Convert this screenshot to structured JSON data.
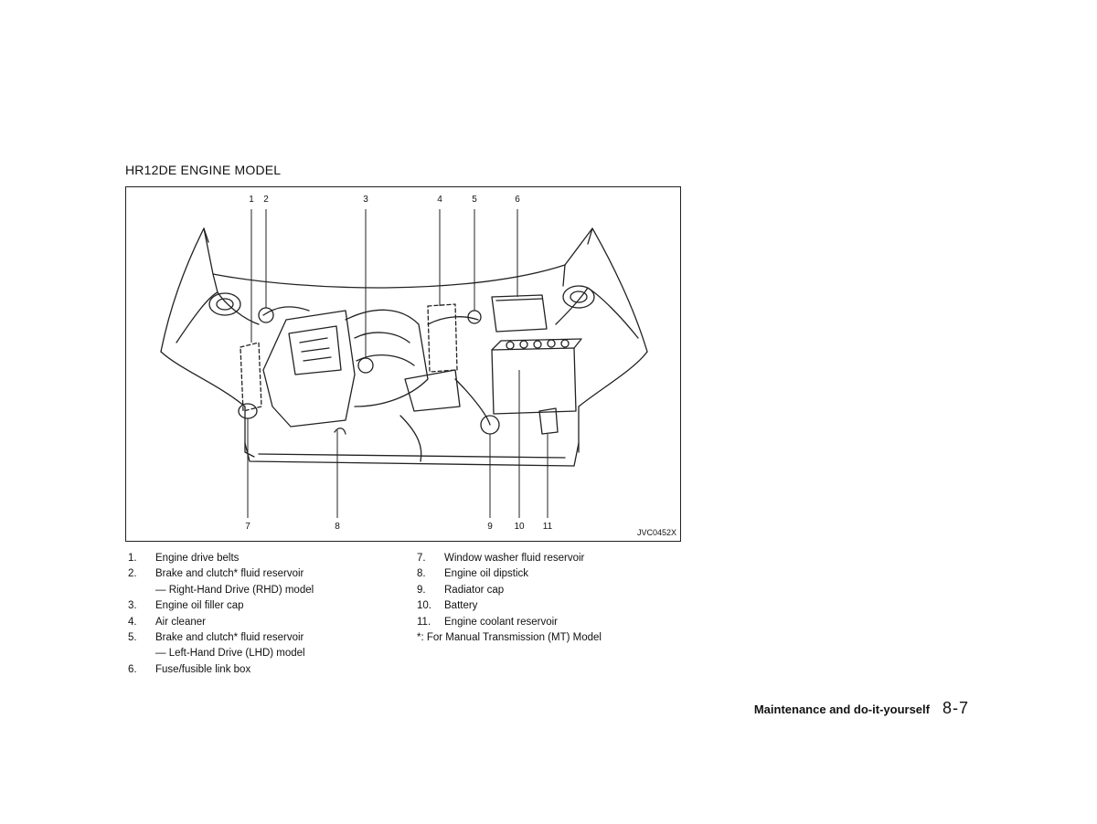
{
  "section_title": "HR12DE ENGINE MODEL",
  "figure": {
    "code": "JVC0452X",
    "top_callouts": [
      "1",
      "2",
      "3",
      "4",
      "5",
      "6"
    ],
    "bottom_callouts": [
      "7",
      "8",
      "9",
      "10",
      "11"
    ]
  },
  "legend_left": [
    {
      "num": "1.",
      "text": "Engine drive belts"
    },
    {
      "num": "2.",
      "text": "Brake and clutch* fluid reservoir",
      "sub": "— Right-Hand Drive (RHD) model"
    },
    {
      "num": "3.",
      "text": "Engine oil filler cap"
    },
    {
      "num": "4.",
      "text": "Air cleaner"
    },
    {
      "num": "5.",
      "text": "Brake and clutch* fluid reservoir",
      "sub": "— Left-Hand Drive (LHD) model"
    },
    {
      "num": "6.",
      "text": "Fuse/fusible link box"
    }
  ],
  "legend_right": [
    {
      "num": "7.",
      "text": "Window washer fluid reservoir"
    },
    {
      "num": "8.",
      "text": "Engine oil dipstick"
    },
    {
      "num": "9.",
      "text": "Radiator cap"
    },
    {
      "num": "10.",
      "text": "Battery"
    },
    {
      "num": "11.",
      "text": "Engine coolant reservoir"
    }
  ],
  "footnote": "*: For Manual Transmission (MT) Model",
  "footer": {
    "section": "Maintenance and do-it-yourself",
    "page": "8-7"
  }
}
